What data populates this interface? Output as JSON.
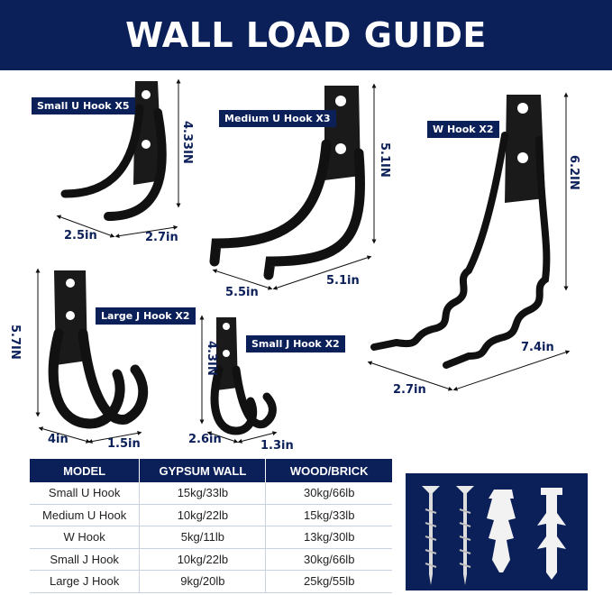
{
  "banner": {
    "title": "WALL  LOAD GUIDE"
  },
  "labels": {
    "small_u": "Small U Hook X5",
    "medium_u": "Medium U Hook X3",
    "w_hook": "W Hook X2",
    "large_j": "Large J Hook X2",
    "small_j": "Small J Hook X2"
  },
  "dimensions": {
    "small_u_height": "4.33IN",
    "small_u_depth": "2.5in",
    "small_u_width": "2.7in",
    "medium_u_height": "5.1IN",
    "medium_u_depth": "5.5in",
    "medium_u_width": "5.1in",
    "w_height": "6.2IN",
    "w_width": "7.4in",
    "w_depth": "2.7in",
    "large_j_height": "5.7IN",
    "large_j_depth": "4in",
    "large_j_width": "1.5in",
    "small_j_height": "4.3IN",
    "small_j_depth": "2.6in",
    "small_j_width": "1.3in"
  },
  "table": {
    "headers": [
      "MODEL",
      "GYPSUM WALL",
      "WOOD/BRICK"
    ],
    "rows": [
      [
        "Small U Hook",
        "15kg/33lb",
        "30kg/66lb"
      ],
      [
        "Medium U Hook",
        "10kg/22lb",
        "15kg/33lb"
      ],
      [
        "W Hook",
        "5kg/11lb",
        "13kg/30lb"
      ],
      [
        "Small J Hook",
        "10kg/22lb",
        "30kg/66lb"
      ],
      [
        "Large J Hook",
        "9kg/20lb",
        "25kg/55lb"
      ]
    ]
  },
  "colors": {
    "navy": "#0b1f59",
    "hook": "#111111",
    "hardware": "#e8e8e8"
  }
}
